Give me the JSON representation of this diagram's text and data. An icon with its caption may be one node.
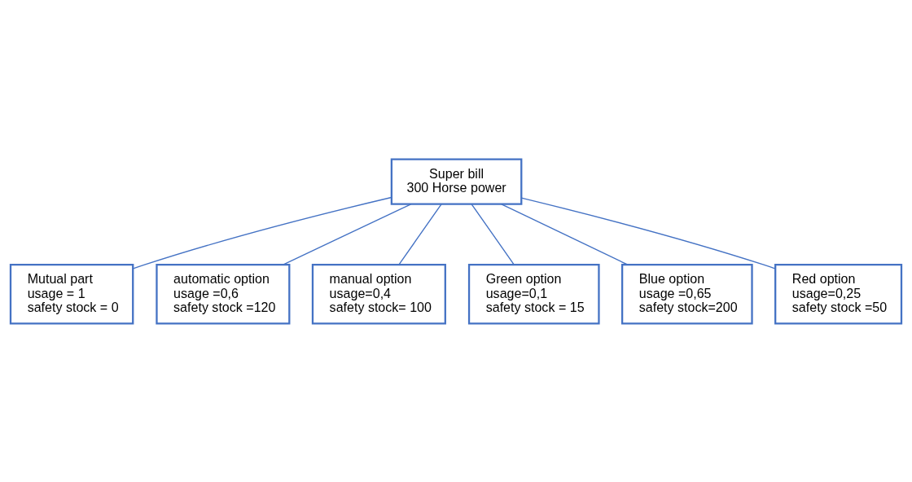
{
  "diagram": {
    "nodes": [
      {
        "text": [
          "Super bill",
          "300 Horse power"
        ]
      },
      {
        "text": [
          "Mutual part",
          "usage = 1",
          "safety stock = 0"
        ]
      },
      {
        "text": [
          "automatic option",
          "usage =0,6",
          "safety stock =120"
        ]
      },
      {
        "text": [
          "manual option",
          "usage=0,4",
          "safety stock= 100"
        ]
      },
      {
        "text": [
          "Green option",
          "usage=0,1",
          "safety stock = 15"
        ]
      },
      {
        "text": [
          "Blue option",
          "usage =0,65",
          "safety stock=200"
        ]
      },
      {
        "text": [
          "Red option",
          "usage=0,25",
          "safety stock =50"
        ]
      }
    ],
    "edges": [
      {
        "from": 0,
        "to": 1,
        "arrow": "none"
      },
      {
        "from": 0,
        "to": 2,
        "arrow": "none"
      },
      {
        "from": 0,
        "to": 3,
        "arrow": "none"
      },
      {
        "from": 0,
        "to": 4,
        "arrow": "none"
      },
      {
        "from": 0,
        "to": 5,
        "arrow": "none"
      },
      {
        "from": 0,
        "to": 6,
        "arrow": "none"
      }
    ]
  }
}
